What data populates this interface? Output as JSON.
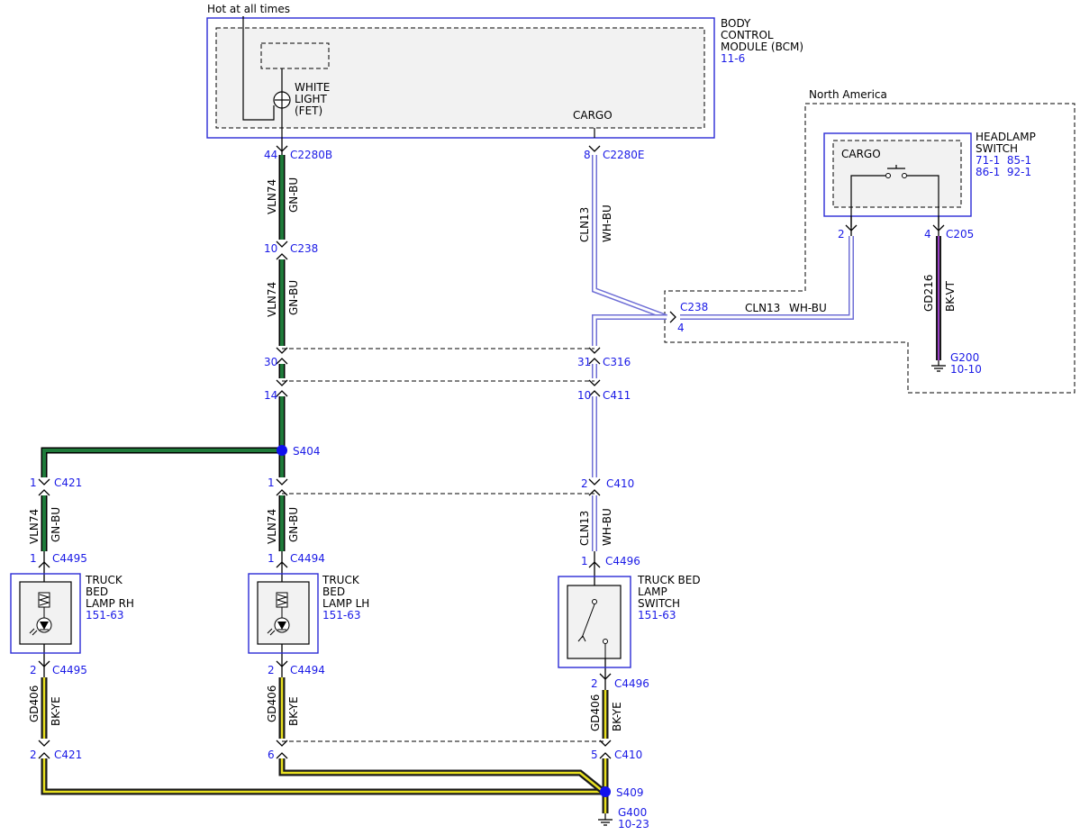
{
  "colors": {
    "gn_bu_core": "#1f7a3a",
    "wh_bu_core": "#ffffff",
    "wh_bu_stripe": "#6f6fd6",
    "bk_ye_core": "#1a1a1a",
    "bk_ye_stripe": "#e8e020",
    "bk_vt_core": "#1a1a1a",
    "bk_vt_stripe": "#9a3fc8",
    "component_outline": "#2b2bd6",
    "reference_text": "#1a1ae6"
  },
  "labels": {
    "hot_at_all_times": "Hot at all times",
    "north_america": "North America"
  },
  "components": {
    "bcm": {
      "name_lines": [
        "BODY",
        "CONTROL",
        "MODULE (BCM)"
      ],
      "ref": "11-6",
      "white_light": [
        "WHITE",
        "LIGHT",
        "(FET)"
      ],
      "cargo": "CARGO"
    },
    "headlamp_switch": {
      "name_lines": [
        "HEADLAMP",
        "SWITCH"
      ],
      "refs": [
        "71-1  85-1",
        "86-1  92-1"
      ],
      "cargo": "CARGO"
    },
    "lamp_rh": {
      "name_lines": [
        "TRUCK",
        "BED",
        "LAMP RH"
      ],
      "ref": "151-63"
    },
    "lamp_lh": {
      "name_lines": [
        "TRUCK",
        "BED",
        "LAMP LH"
      ],
      "ref": "151-63"
    },
    "bed_switch": {
      "name_lines": [
        "TRUCK BED",
        "LAMP",
        "SWITCH"
      ],
      "ref": "151-63"
    }
  },
  "connectors": {
    "c2280b": {
      "pin": "44",
      "name": "C2280B"
    },
    "c2280e": {
      "pin": "8",
      "name": "C2280E"
    },
    "c238_vln": {
      "pin": "10",
      "name": "C238"
    },
    "c238_cln_name": "C238",
    "c238_cln_pin": "4",
    "c316_left_pin": "30",
    "c316_right_pin": "31",
    "c316_name": "C316",
    "c411_left_pin": "14",
    "c411_right_pin": "10",
    "c411_name": "C411",
    "c421_top_pin": "1",
    "c421_top_name": "C421",
    "c410_left_pin": "1",
    "c410_right_pin": "2",
    "c410_name": "C410",
    "c4495_top": {
      "pin": "1",
      "name": "C4495"
    },
    "c4494_top": {
      "pin": "1",
      "name": "C4494"
    },
    "c4496_top": {
      "pin": "1",
      "name": "C4496"
    },
    "c4495_bot": {
      "pin": "2",
      "name": "C4495"
    },
    "c4494_bot": {
      "pin": "2",
      "name": "C4494"
    },
    "c4496_bot": {
      "pin": "2",
      "name": "C4496"
    },
    "c421_bot": {
      "pin": "2",
      "name": "C421"
    },
    "c410_bot_left_pin": "6",
    "c410_bot_right_pin": "5",
    "c410_bot_name": "C410",
    "c205_left_pin": "2",
    "c205_right_pin": "4",
    "c205_name": "C205"
  },
  "splices": {
    "s404": "S404",
    "s409": "S409"
  },
  "grounds": {
    "g200": {
      "name": "G200",
      "ref": "10-10"
    },
    "g400": {
      "name": "G400",
      "ref": "10-23"
    }
  },
  "wires": {
    "vln74": "VLN74",
    "gn_bu": "GN-BU",
    "cln13": "CLN13",
    "wh_bu": "WH-BU",
    "gd406": "GD406",
    "bk_ye": "BK-YE",
    "gd216": "GD216",
    "bk_vt": "BK-VT"
  }
}
